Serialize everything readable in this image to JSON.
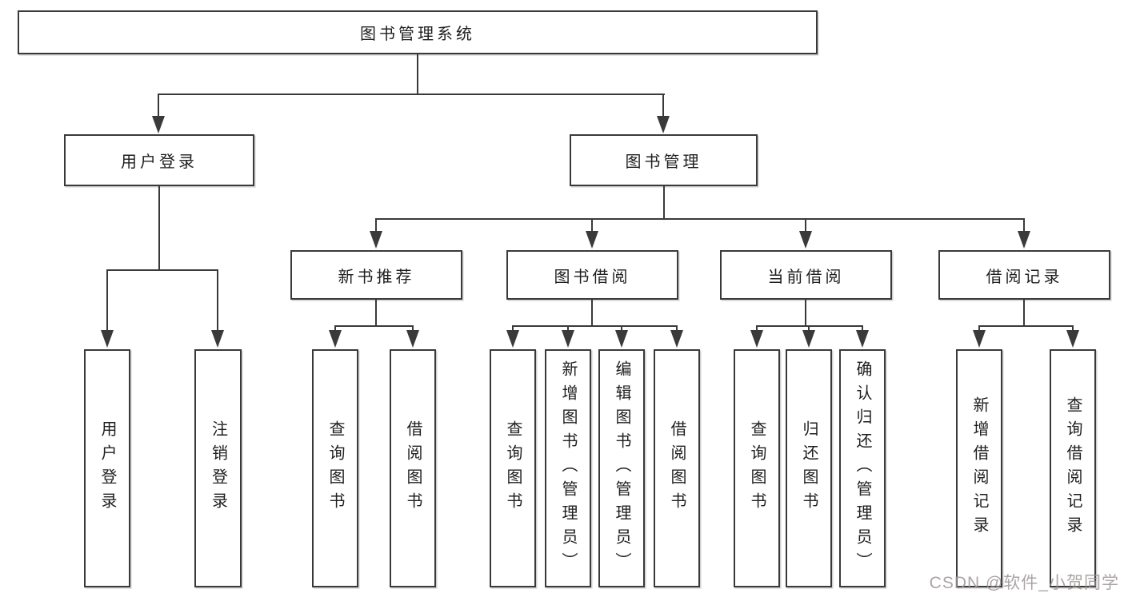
{
  "tree": {
    "root": "图书管理系统",
    "branches": [
      {
        "label": "用户登录",
        "children": [
          "用户登录",
          "注销登录"
        ]
      },
      {
        "label": "图书管理",
        "sections": [
          {
            "label": "新书推荐",
            "children": [
              "查询图书",
              "借阅图书"
            ]
          },
          {
            "label": "图书借阅",
            "children": [
              "查询图书",
              "新增图书（管理员）",
              "编辑图书（管理员）",
              "借阅图书"
            ]
          },
          {
            "label": "当前借阅",
            "children": [
              "查询图书",
              "归还图书",
              "确认归还（管理员）"
            ]
          },
          {
            "label": "借阅记录",
            "children": [
              "新增借阅记录",
              "查询借阅记录"
            ]
          }
        ]
      }
    ]
  },
  "watermark": {
    "text": "CSDN @软件_小贺同学"
  },
  "colors": {
    "line": "#3a3a3a",
    "text": "#1f1f1f",
    "box_background": "#ffffff",
    "watermark": "#9e9494",
    "background": "#ffffff"
  }
}
